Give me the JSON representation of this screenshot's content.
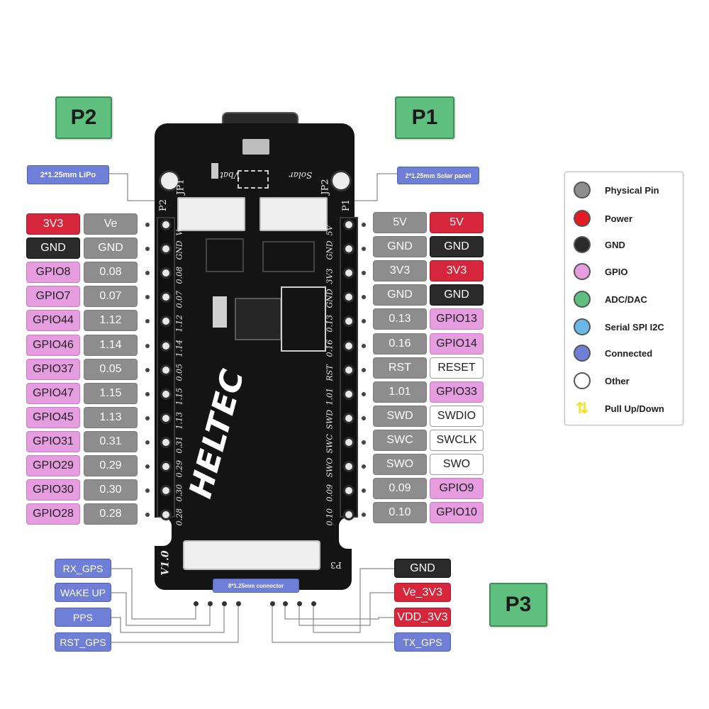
{
  "headers": {
    "p1": "P1",
    "p2": "P2",
    "p3": "P3"
  },
  "connectors": {
    "lipo": "2*1.25mm LiPo",
    "solar": "2*1.25mm Solar panel",
    "gps": "8*1.25mm connector"
  },
  "left_pins": [
    {
      "func": "3V3",
      "pin": "Ve",
      "ftype": "pow"
    },
    {
      "func": "GND",
      "pin": "GND",
      "ftype": "gnd"
    },
    {
      "func": "GPIO8",
      "pin": "0.08",
      "ftype": "gpio"
    },
    {
      "func": "GPIO7",
      "pin": "0.07",
      "ftype": "gpio"
    },
    {
      "func": "GPIO44",
      "pin": "1.12",
      "ftype": "gpio"
    },
    {
      "func": "GPIO46",
      "pin": "1.14",
      "ftype": "gpio"
    },
    {
      "func": "GPIO37",
      "pin": "0.05",
      "ftype": "gpio"
    },
    {
      "func": "GPIO47",
      "pin": "1.15",
      "ftype": "gpio"
    },
    {
      "func": "GPIO45",
      "pin": "1.13",
      "ftype": "gpio"
    },
    {
      "func": "GPIO31",
      "pin": "0.31",
      "ftype": "gpio"
    },
    {
      "func": "GPIO29",
      "pin": "0.29",
      "ftype": "gpio"
    },
    {
      "func": "GPIO30",
      "pin": "0.30",
      "ftype": "gpio"
    },
    {
      "func": "GPIO28",
      "pin": "0.28",
      "ftype": "gpio"
    }
  ],
  "right_pins": [
    {
      "pin": "5V",
      "func": "5V",
      "ftype": "pow"
    },
    {
      "pin": "GND",
      "func": "GND",
      "ftype": "gnd"
    },
    {
      "pin": "3V3",
      "func": "3V3",
      "ftype": "pow"
    },
    {
      "pin": "GND",
      "func": "GND",
      "ftype": "gnd"
    },
    {
      "pin": "0.13",
      "func": "GPIO13",
      "ftype": "gpio"
    },
    {
      "pin": "0.16",
      "func": "GPIO14",
      "ftype": "gpio"
    },
    {
      "pin": "RST",
      "func": "RESET",
      "ftype": "oth"
    },
    {
      "pin": "1.01",
      "func": "GPIO33",
      "ftype": "gpio"
    },
    {
      "pin": "SWD",
      "func": "SWDIO",
      "ftype": "oth"
    },
    {
      "pin": "SWC",
      "func": "SWCLK",
      "ftype": "oth"
    },
    {
      "pin": "SWO",
      "func": "SWO",
      "ftype": "oth"
    },
    {
      "pin": "0.09",
      "func": "GPIO9",
      "ftype": "gpio"
    },
    {
      "pin": "0.10",
      "func": "GPIO10",
      "ftype": "gpio"
    }
  ],
  "p3_left": [
    {
      "label": "RX_GPS",
      "ftype": "conn"
    },
    {
      "label": "WAKE UP",
      "ftype": "conn"
    },
    {
      "label": "PPS",
      "ftype": "conn"
    },
    {
      "label": "RST_GPS",
      "ftype": "conn"
    }
  ],
  "p3_right": [
    {
      "label": "GND",
      "ftype": "gnd"
    },
    {
      "label": "Ve_3V3",
      "ftype": "pow"
    },
    {
      "label": "VDD_3V3",
      "ftype": "pow"
    },
    {
      "label": "TX_GPS",
      "ftype": "conn"
    }
  ],
  "board_silk": {
    "brand": "HELTEC",
    "version": "V1.0",
    "jp1": "JP1",
    "jp2": "JP2",
    "p2": "P2",
    "p1": "P1",
    "p3": "P3",
    "vbat": "Vbat",
    "solar": "Solar",
    "left_col": [
      "Ve",
      "GND",
      "0.08",
      "0.07",
      "1.12",
      "1.14",
      "0.05",
      "1.15",
      "1.13",
      "0.31",
      "0.29",
      "0.30",
      "0.28"
    ],
    "right_col": [
      "5V",
      "GND",
      "3V3",
      "GND",
      "0.13",
      "0.16",
      "RST",
      "1.01",
      "SWD",
      "SWC",
      "SWO",
      "0.09",
      "0.10"
    ]
  },
  "legend": [
    {
      "label": "Physical Pin",
      "color": "#8d8d8d",
      "icon": "circle"
    },
    {
      "label": "Power",
      "color": "#e01b24",
      "icon": "circle"
    },
    {
      "label": "GND",
      "color": "#2a2a2a",
      "icon": "circle"
    },
    {
      "label": "GPIO",
      "color": "#e59de0",
      "icon": "circle"
    },
    {
      "label": "ADC/DAC",
      "color": "#5fbf7f",
      "icon": "circle"
    },
    {
      "label": "Serial SPI I2C",
      "color": "#6ab8e8",
      "icon": "circle"
    },
    {
      "label": "Connected",
      "color": "#6f7fd8",
      "icon": "circle"
    },
    {
      "label": "Other",
      "color": "#ffffff",
      "icon": "circle"
    },
    {
      "label": "Pull Up/Down",
      "color": "#f5e11a",
      "icon": "arrows-up-down-icon"
    }
  ]
}
